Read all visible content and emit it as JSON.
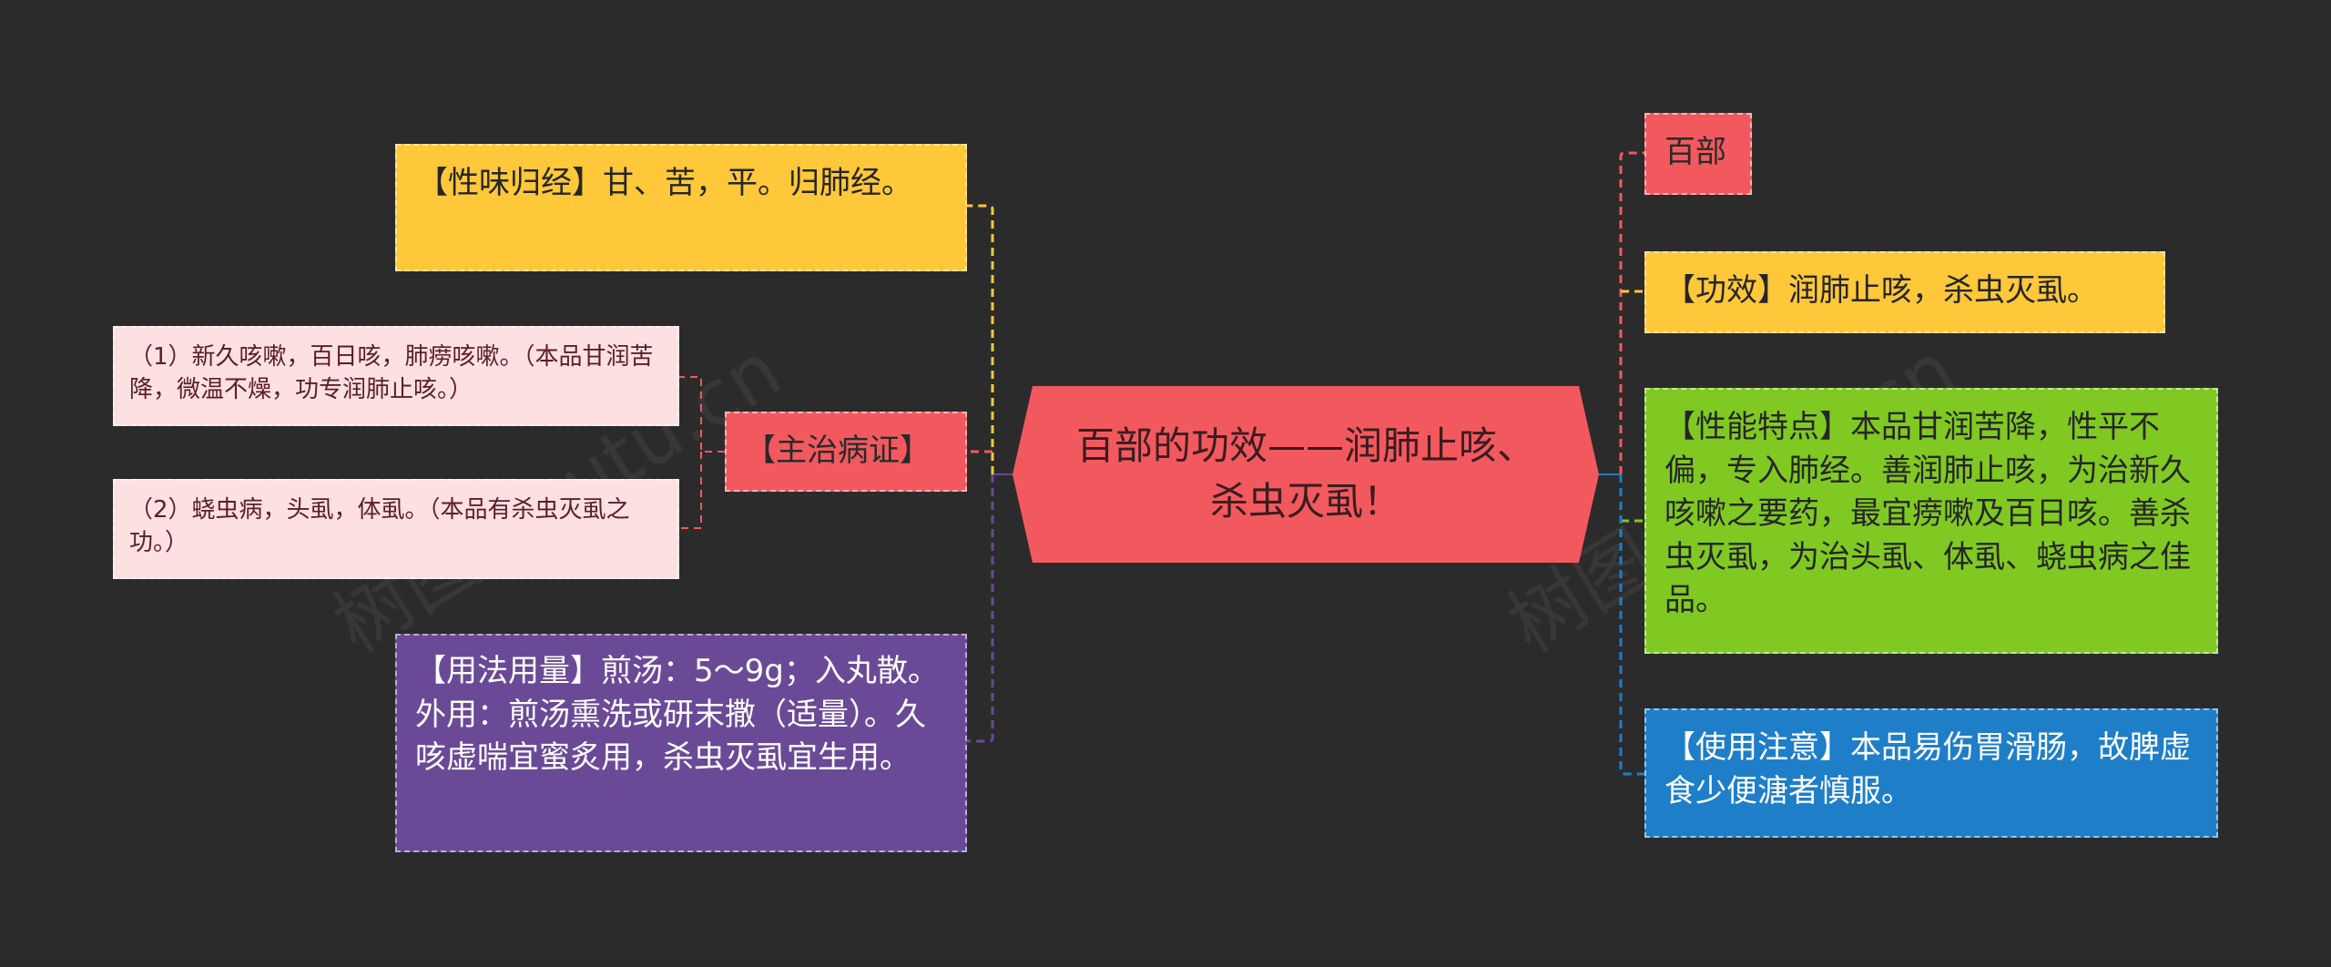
{
  "central": {
    "title": "百部的功效——润肺止咳、杀虫灭虱！"
  },
  "left": {
    "taste": "【性味归经】甘、苦，平。归肺经。",
    "indications": {
      "label": "【主治病证】",
      "items": [
        "（1）新久咳嗽，百日咳，肺痨咳嗽。（本品甘润苦降，微温不燥，功专润肺止咳。）",
        "（2）蛲虫病，头虱，体虱。（本品有杀虫灭虱之功。）"
      ]
    },
    "usage": "【用法用量】煎汤：5～9g；入丸散。外用：煎汤熏洗或研末撒（适量）。久咳虚喘宜蜜炙用，杀虫灭虱宜生用。"
  },
  "right": {
    "name": "百部",
    "effect": "【功效】润肺止咳，杀虫灭虱。",
    "features": "【性能特点】本品甘润苦降，性平不偏，专入肺经。善润肺止咳，为治新久咳嗽之要药，最宜痨嗽及百日咳。善杀虫灭虱，为治头虱、体虱、蛲虫病之佳品。",
    "caution": "【使用注意】本品易伤胃滑肠，故脾虚食少便溏者慎服。"
  },
  "watermark": "树图 shutu.cn",
  "colors": {
    "background": "#2b2b2c",
    "central": "#f2595f",
    "yellow": "#ffc83a",
    "red": "#f2595f",
    "pink": "#fde0e2",
    "purple": "#6a4a96",
    "green": "#80c923",
    "blue": "#1f7ec8"
  }
}
